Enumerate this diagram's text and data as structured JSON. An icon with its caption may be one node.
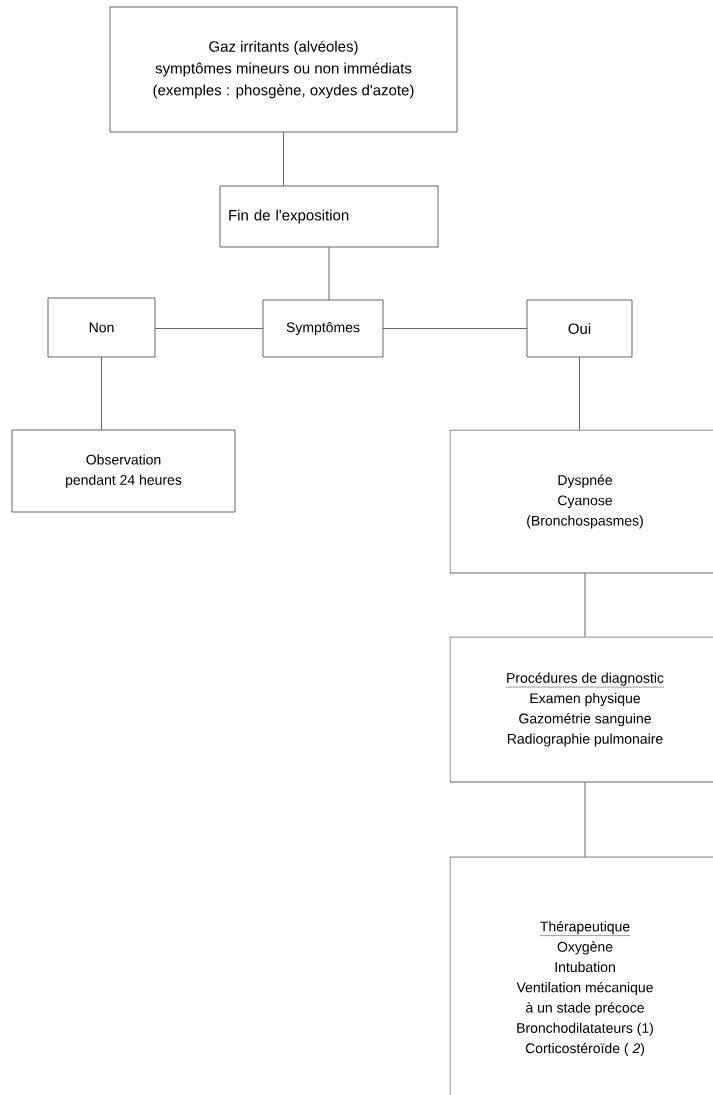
{
  "diagram": {
    "nodes": [
      {
        "text": [
          "Gaz irritants (alvéoles)",
          "symptômes mineurs ou non immédiats",
          "(exemples : phosgène, oxydes d'azote)"
        ]
      },
      {
        "text": [
          "Fin de l'exposition"
        ]
      },
      {
        "text": [
          "Symptômes"
        ]
      },
      {
        "text": [
          "Non"
        ]
      },
      {
        "text": [
          "Oui"
        ]
      },
      {
        "text": [
          "Observation",
          "pendant 24 heures"
        ]
      },
      {
        "text": [
          "Dyspnée",
          "Cyanose",
          "(Bronchospasmes)"
        ]
      },
      {
        "text": [
          "Procédures de diagnostic",
          "Examen physique",
          "Gazométrie sanguine",
          "Radiographie pulmonaire"
        ]
      },
      {
        "text": [
          "Thérapeutique",
          "Oxygène",
          "Intubation",
          "Ventilation mécanique",
          "à un stade précoce",
          "Bronchodilatateurs (1)",
          "Corticostéroïde ( *2*)"
        ]
      }
    ],
    "edges": [
      {
        "from": 0,
        "to": 1,
        "arrow": "none"
      },
      {
        "from": 1,
        "to": 2,
        "arrow": "none"
      },
      {
        "from": 2,
        "to": 3,
        "arrow": "none"
      },
      {
        "from": 2,
        "to": 4,
        "arrow": "none"
      },
      {
        "from": 3,
        "to": 5,
        "arrow": "none"
      },
      {
        "from": 4,
        "to": 6,
        "arrow": "none"
      },
      {
        "from": 6,
        "to": 7,
        "arrow": "none"
      },
      {
        "from": 7,
        "to": 8,
        "arrow": "none"
      }
    ]
  }
}
